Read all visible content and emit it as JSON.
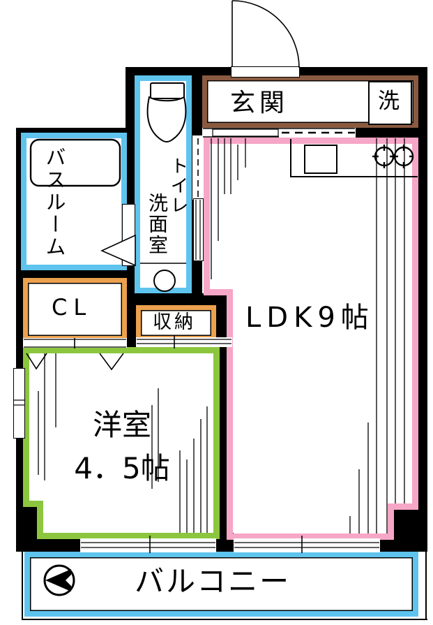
{
  "floorplan": {
    "entrance": "玄関",
    "washer": "洗",
    "toilet": "トイレ",
    "washroom": "洗面室",
    "bathroom": "バスルーム",
    "closet": "CL",
    "storage": "収納",
    "ldk": "LDK9帖",
    "western_room": "洋室",
    "western_room_size": "4．5帖",
    "balcony": "バルコニー"
  },
  "colors": {
    "wall": "#000000",
    "entrance_accent": "#8a5a40",
    "wet_area_accent": "#5ec4ee",
    "kitchen_accent": "#f6a6c6",
    "western_room_accent": "#8cc63f",
    "closet_accent": "#eba14e"
  }
}
